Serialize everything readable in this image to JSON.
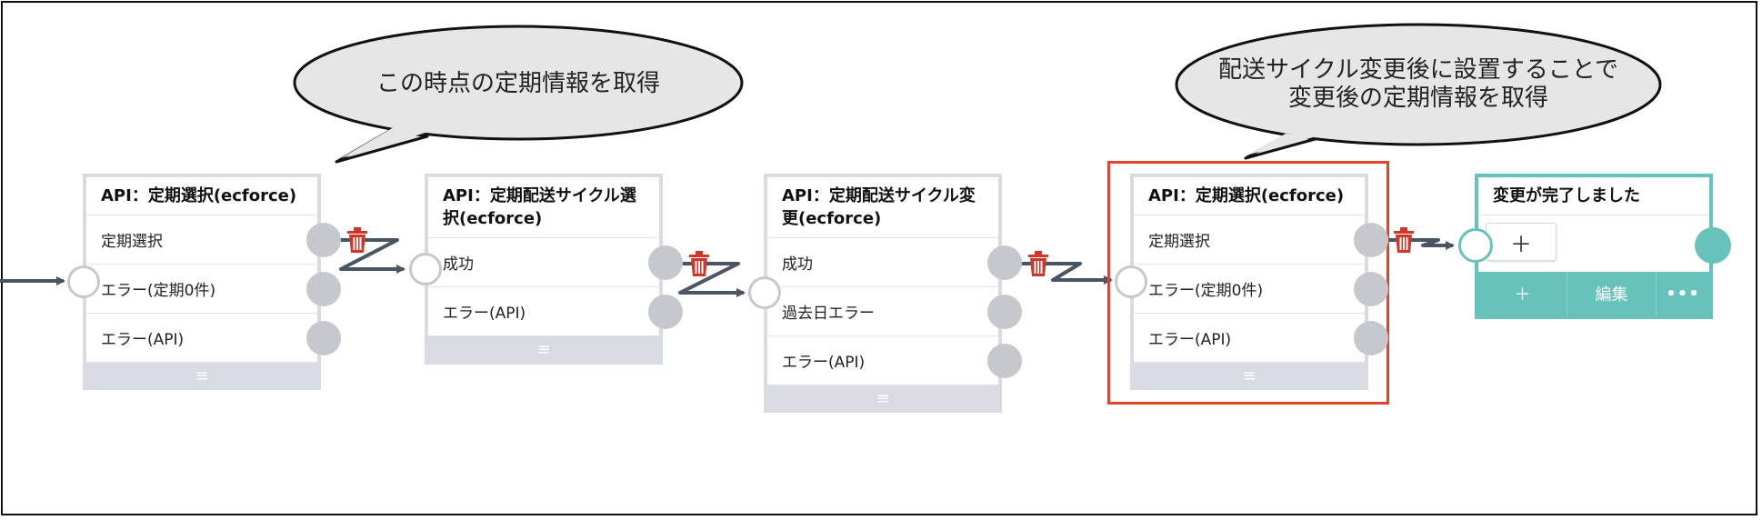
{
  "callouts": [
    {
      "text": "この時点の定期情報を取得"
    },
    {
      "text": "配送サイクル変更後に設置することで\n変更後の定期情報を取得"
    }
  ],
  "nodes": [
    {
      "title": "API：定期選択(ecforce)",
      "rows": [
        "定期選択",
        "エラー(定期0件)",
        "エラー(API)"
      ],
      "footer_icon": "≡"
    },
    {
      "title": "API：定期配送サイクル選択(ecforce)",
      "rows": [
        "成功",
        "エラー(API)"
      ],
      "footer_icon": "≡"
    },
    {
      "title": "API：定期配送サイクル変更(ecforce)",
      "rows": [
        "成功",
        "過去日エラー",
        "エラー(API)"
      ],
      "footer_icon": "≡"
    },
    {
      "title": "API：定期選択(ecforce)",
      "rows": [
        "定期選択",
        "エラー(定期0件)",
        "エラー(API)"
      ],
      "footer_icon": "≡"
    }
  ],
  "done_node": {
    "title": "変更が完了しました",
    "add_button": "＋",
    "footer": {
      "add": "＋",
      "edit": "編集",
      "more": "•••"
    }
  },
  "colors": {
    "node_border": "#d8dbe2",
    "port": "#c5c8cc",
    "arrow": "#4a5563",
    "trash": "#d0362a",
    "highlight": "#e0432e",
    "teal": "#66c2bb",
    "bubble_fill": "#e6e6e6"
  },
  "icons": {
    "delete": "trash-icon",
    "menu": "hamburger-icon"
  }
}
